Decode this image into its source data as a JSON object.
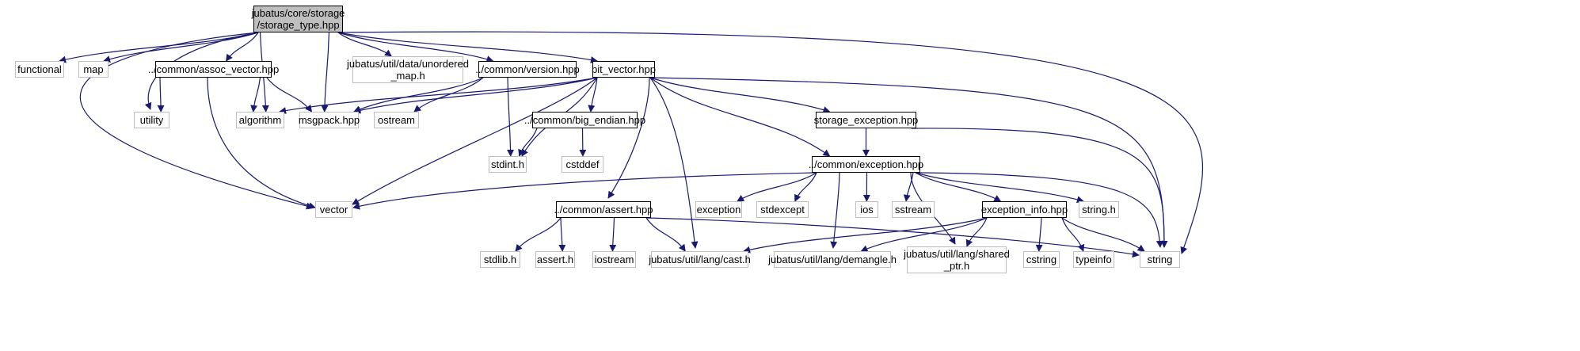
{
  "graph": {
    "nodes": [
      {
        "id": "root",
        "label": "jubatus/core/storage\n/storage_type.hpp",
        "kind": "root"
      },
      {
        "id": "functional",
        "label": "functional",
        "kind": "sys"
      },
      {
        "id": "map",
        "label": "map",
        "kind": "sys"
      },
      {
        "id": "assoc_vector",
        "label": "../common/assoc_vector.hpp",
        "kind": "local"
      },
      {
        "id": "unordered_map",
        "label": "jubatus/util/data/unordered\n_map.h",
        "kind": "sys"
      },
      {
        "id": "version",
        "label": "../common/version.hpp",
        "kind": "local"
      },
      {
        "id": "bit_vector",
        "label": "bit_vector.hpp",
        "kind": "local"
      },
      {
        "id": "utility",
        "label": "utility",
        "kind": "sys"
      },
      {
        "id": "algorithm",
        "label": "algorithm",
        "kind": "sys"
      },
      {
        "id": "msgpack",
        "label": "msgpack.hpp",
        "kind": "sys"
      },
      {
        "id": "ostream",
        "label": "ostream",
        "kind": "sys"
      },
      {
        "id": "big_endian",
        "label": "../common/big_endian.hpp",
        "kind": "local"
      },
      {
        "id": "storage_exception",
        "label": "storage_exception.hpp",
        "kind": "local"
      },
      {
        "id": "stdint",
        "label": "stdint.h",
        "kind": "sys"
      },
      {
        "id": "cstddef",
        "label": "cstddef",
        "kind": "sys"
      },
      {
        "id": "exception_hpp",
        "label": "../common/exception.hpp",
        "kind": "local"
      },
      {
        "id": "vector",
        "label": "vector",
        "kind": "sys"
      },
      {
        "id": "assert_hpp",
        "label": "../common/assert.hpp",
        "kind": "local"
      },
      {
        "id": "exception",
        "label": "exception",
        "kind": "sys"
      },
      {
        "id": "stdexcept",
        "label": "stdexcept",
        "kind": "sys"
      },
      {
        "id": "ios",
        "label": "ios",
        "kind": "sys"
      },
      {
        "id": "sstream",
        "label": "sstream",
        "kind": "sys"
      },
      {
        "id": "exception_info",
        "label": "exception_info.hpp",
        "kind": "local"
      },
      {
        "id": "string_h",
        "label": "string.h",
        "kind": "sys"
      },
      {
        "id": "stdlib",
        "label": "stdlib.h",
        "kind": "sys"
      },
      {
        "id": "assert_h",
        "label": "assert.h",
        "kind": "sys"
      },
      {
        "id": "iostream",
        "label": "iostream",
        "kind": "sys"
      },
      {
        "id": "cast",
        "label": "jubatus/util/lang/cast.h",
        "kind": "sys"
      },
      {
        "id": "demangle",
        "label": "jubatus/util/lang/demangle.h",
        "kind": "sys"
      },
      {
        "id": "shared_ptr",
        "label": "jubatus/util/lang/shared\n_ptr.h",
        "kind": "sys"
      },
      {
        "id": "cstring",
        "label": "cstring",
        "kind": "sys"
      },
      {
        "id": "typeinfo",
        "label": "typeinfo",
        "kind": "sys"
      },
      {
        "id": "string",
        "label": "string",
        "kind": "sys"
      }
    ],
    "edges": [
      [
        "root",
        "functional"
      ],
      [
        "root",
        "map"
      ],
      [
        "root",
        "assoc_vector"
      ],
      [
        "root",
        "unordered_map"
      ],
      [
        "root",
        "version"
      ],
      [
        "root",
        "bit_vector"
      ],
      [
        "root",
        "utility"
      ],
      [
        "root",
        "algorithm"
      ],
      [
        "root",
        "msgpack"
      ],
      [
        "root",
        "vector"
      ],
      [
        "root",
        "string"
      ],
      [
        "assoc_vector",
        "utility"
      ],
      [
        "assoc_vector",
        "algorithm"
      ],
      [
        "assoc_vector",
        "msgpack"
      ],
      [
        "assoc_vector",
        "vector"
      ],
      [
        "version",
        "msgpack"
      ],
      [
        "version",
        "ostream"
      ],
      [
        "version",
        "stdint"
      ],
      [
        "bit_vector",
        "algorithm"
      ],
      [
        "bit_vector",
        "msgpack"
      ],
      [
        "bit_vector",
        "big_endian"
      ],
      [
        "bit_vector",
        "stdint"
      ],
      [
        "bit_vector",
        "vector"
      ],
      [
        "bit_vector",
        "storage_exception"
      ],
      [
        "bit_vector",
        "exception_hpp"
      ],
      [
        "bit_vector",
        "assert_hpp"
      ],
      [
        "bit_vector",
        "cast"
      ],
      [
        "bit_vector",
        "string"
      ],
      [
        "big_endian",
        "stdint"
      ],
      [
        "big_endian",
        "cstddef"
      ],
      [
        "storage_exception",
        "exception_hpp"
      ],
      [
        "storage_exception",
        "string"
      ],
      [
        "exception_hpp",
        "vector"
      ],
      [
        "exception_hpp",
        "exception"
      ],
      [
        "exception_hpp",
        "stdexcept"
      ],
      [
        "exception_hpp",
        "ios"
      ],
      [
        "exception_hpp",
        "sstream"
      ],
      [
        "exception_hpp",
        "exception_info"
      ],
      [
        "exception_hpp",
        "string_h"
      ],
      [
        "exception_hpp",
        "demangle"
      ],
      [
        "exception_hpp",
        "shared_ptr"
      ],
      [
        "exception_hpp",
        "string"
      ],
      [
        "assert_hpp",
        "stdlib"
      ],
      [
        "assert_hpp",
        "assert_h"
      ],
      [
        "assert_hpp",
        "iostream"
      ],
      [
        "assert_hpp",
        "cast"
      ],
      [
        "assert_hpp",
        "string"
      ],
      [
        "exception_info",
        "cast"
      ],
      [
        "exception_info",
        "demangle"
      ],
      [
        "exception_info",
        "shared_ptr"
      ],
      [
        "exception_info",
        "cstring"
      ],
      [
        "exception_info",
        "typeinfo"
      ],
      [
        "exception_info",
        "string"
      ]
    ]
  },
  "colors": {
    "edge": "#191970",
    "sys_border": "#bfbfbf",
    "local_border": "#000000",
    "root_fill": "#bfbfbf"
  }
}
